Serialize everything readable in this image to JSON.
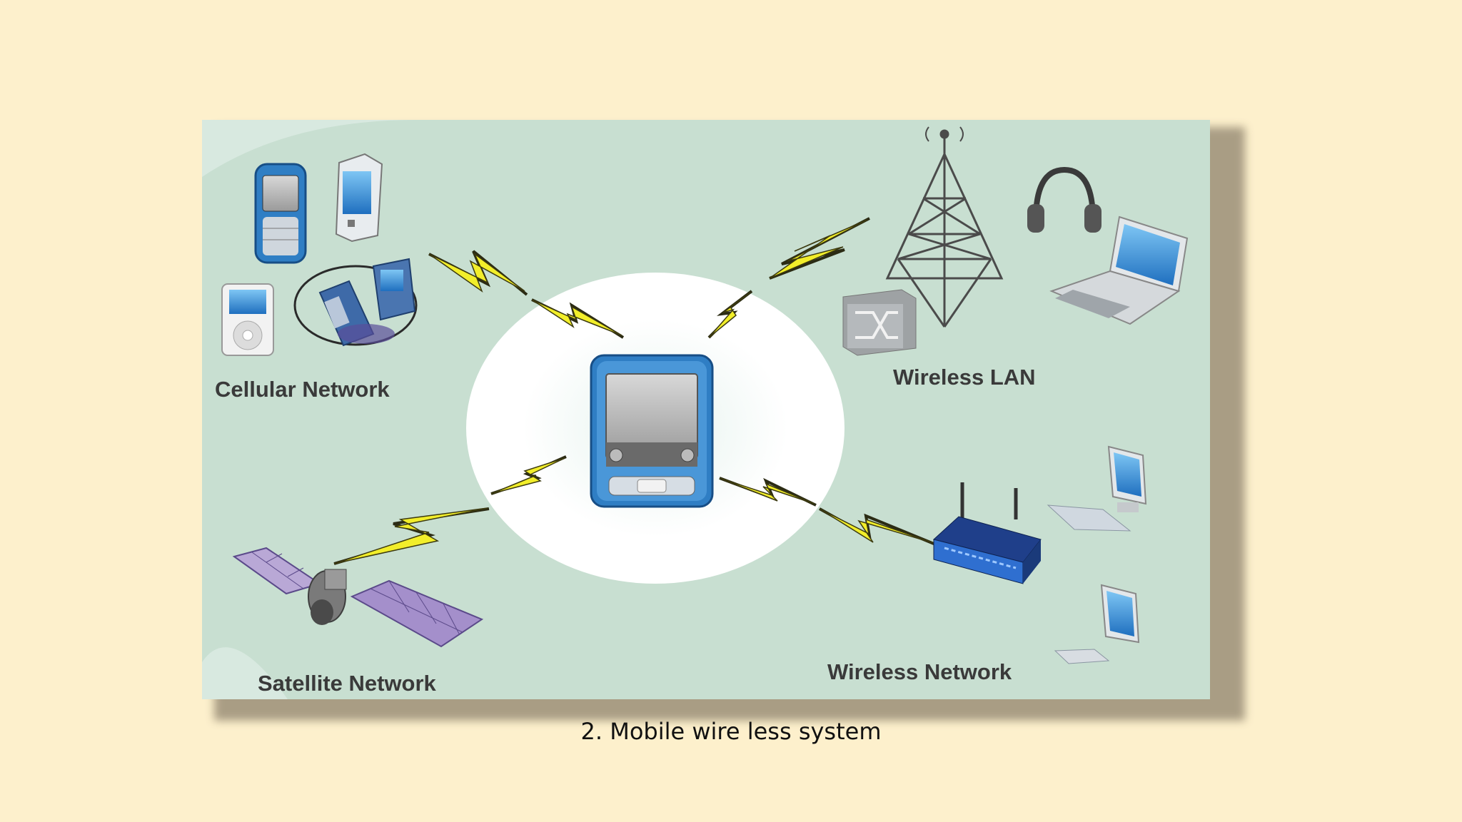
{
  "diagram": {
    "labels": {
      "cellular": "Cellular Network",
      "wlan": "Wireless LAN",
      "satellite": "Satellite Network",
      "wireless": "Wireless Network"
    },
    "colors": {
      "background": "#fdf0cc",
      "panel": "#c8dfd1",
      "lightning": "#f2ee2a",
      "device_blue": "#2f7ec4"
    }
  },
  "caption": "2. Mobile wire less system"
}
